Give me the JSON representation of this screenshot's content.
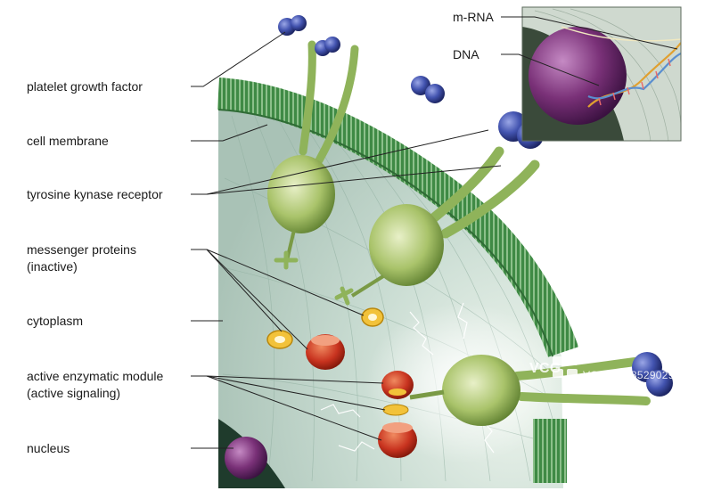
{
  "labels": {
    "platelet_growth_factor": "platelet growth factor",
    "cell_membrane": "cell membrane",
    "tyrosine_receptor": "tyrosine kynase receptor",
    "messenger_proteins_1": "messenger proteins",
    "messenger_proteins_2": "(inactive)",
    "cytoplasm": "cytoplasm",
    "active_module_1": "active enzymatic module",
    "active_module_2": "(active signaling)",
    "nucleus": "nucleus",
    "mrna": "m-RNA",
    "dna": "DNA"
  },
  "watermark": {
    "logo": "VCG",
    "id": "VCG211485290295"
  },
  "colors": {
    "membrane_green": "#3f8a45",
    "receptor_green": "#a9c36a",
    "cytoplasm": "#c9dcd2",
    "growth_factor_blue": "#3d4fa6",
    "active_red": "#c8331f",
    "inactive_yellow": "#f2c23a",
    "nucleus_purple": "#6b2a6e"
  }
}
